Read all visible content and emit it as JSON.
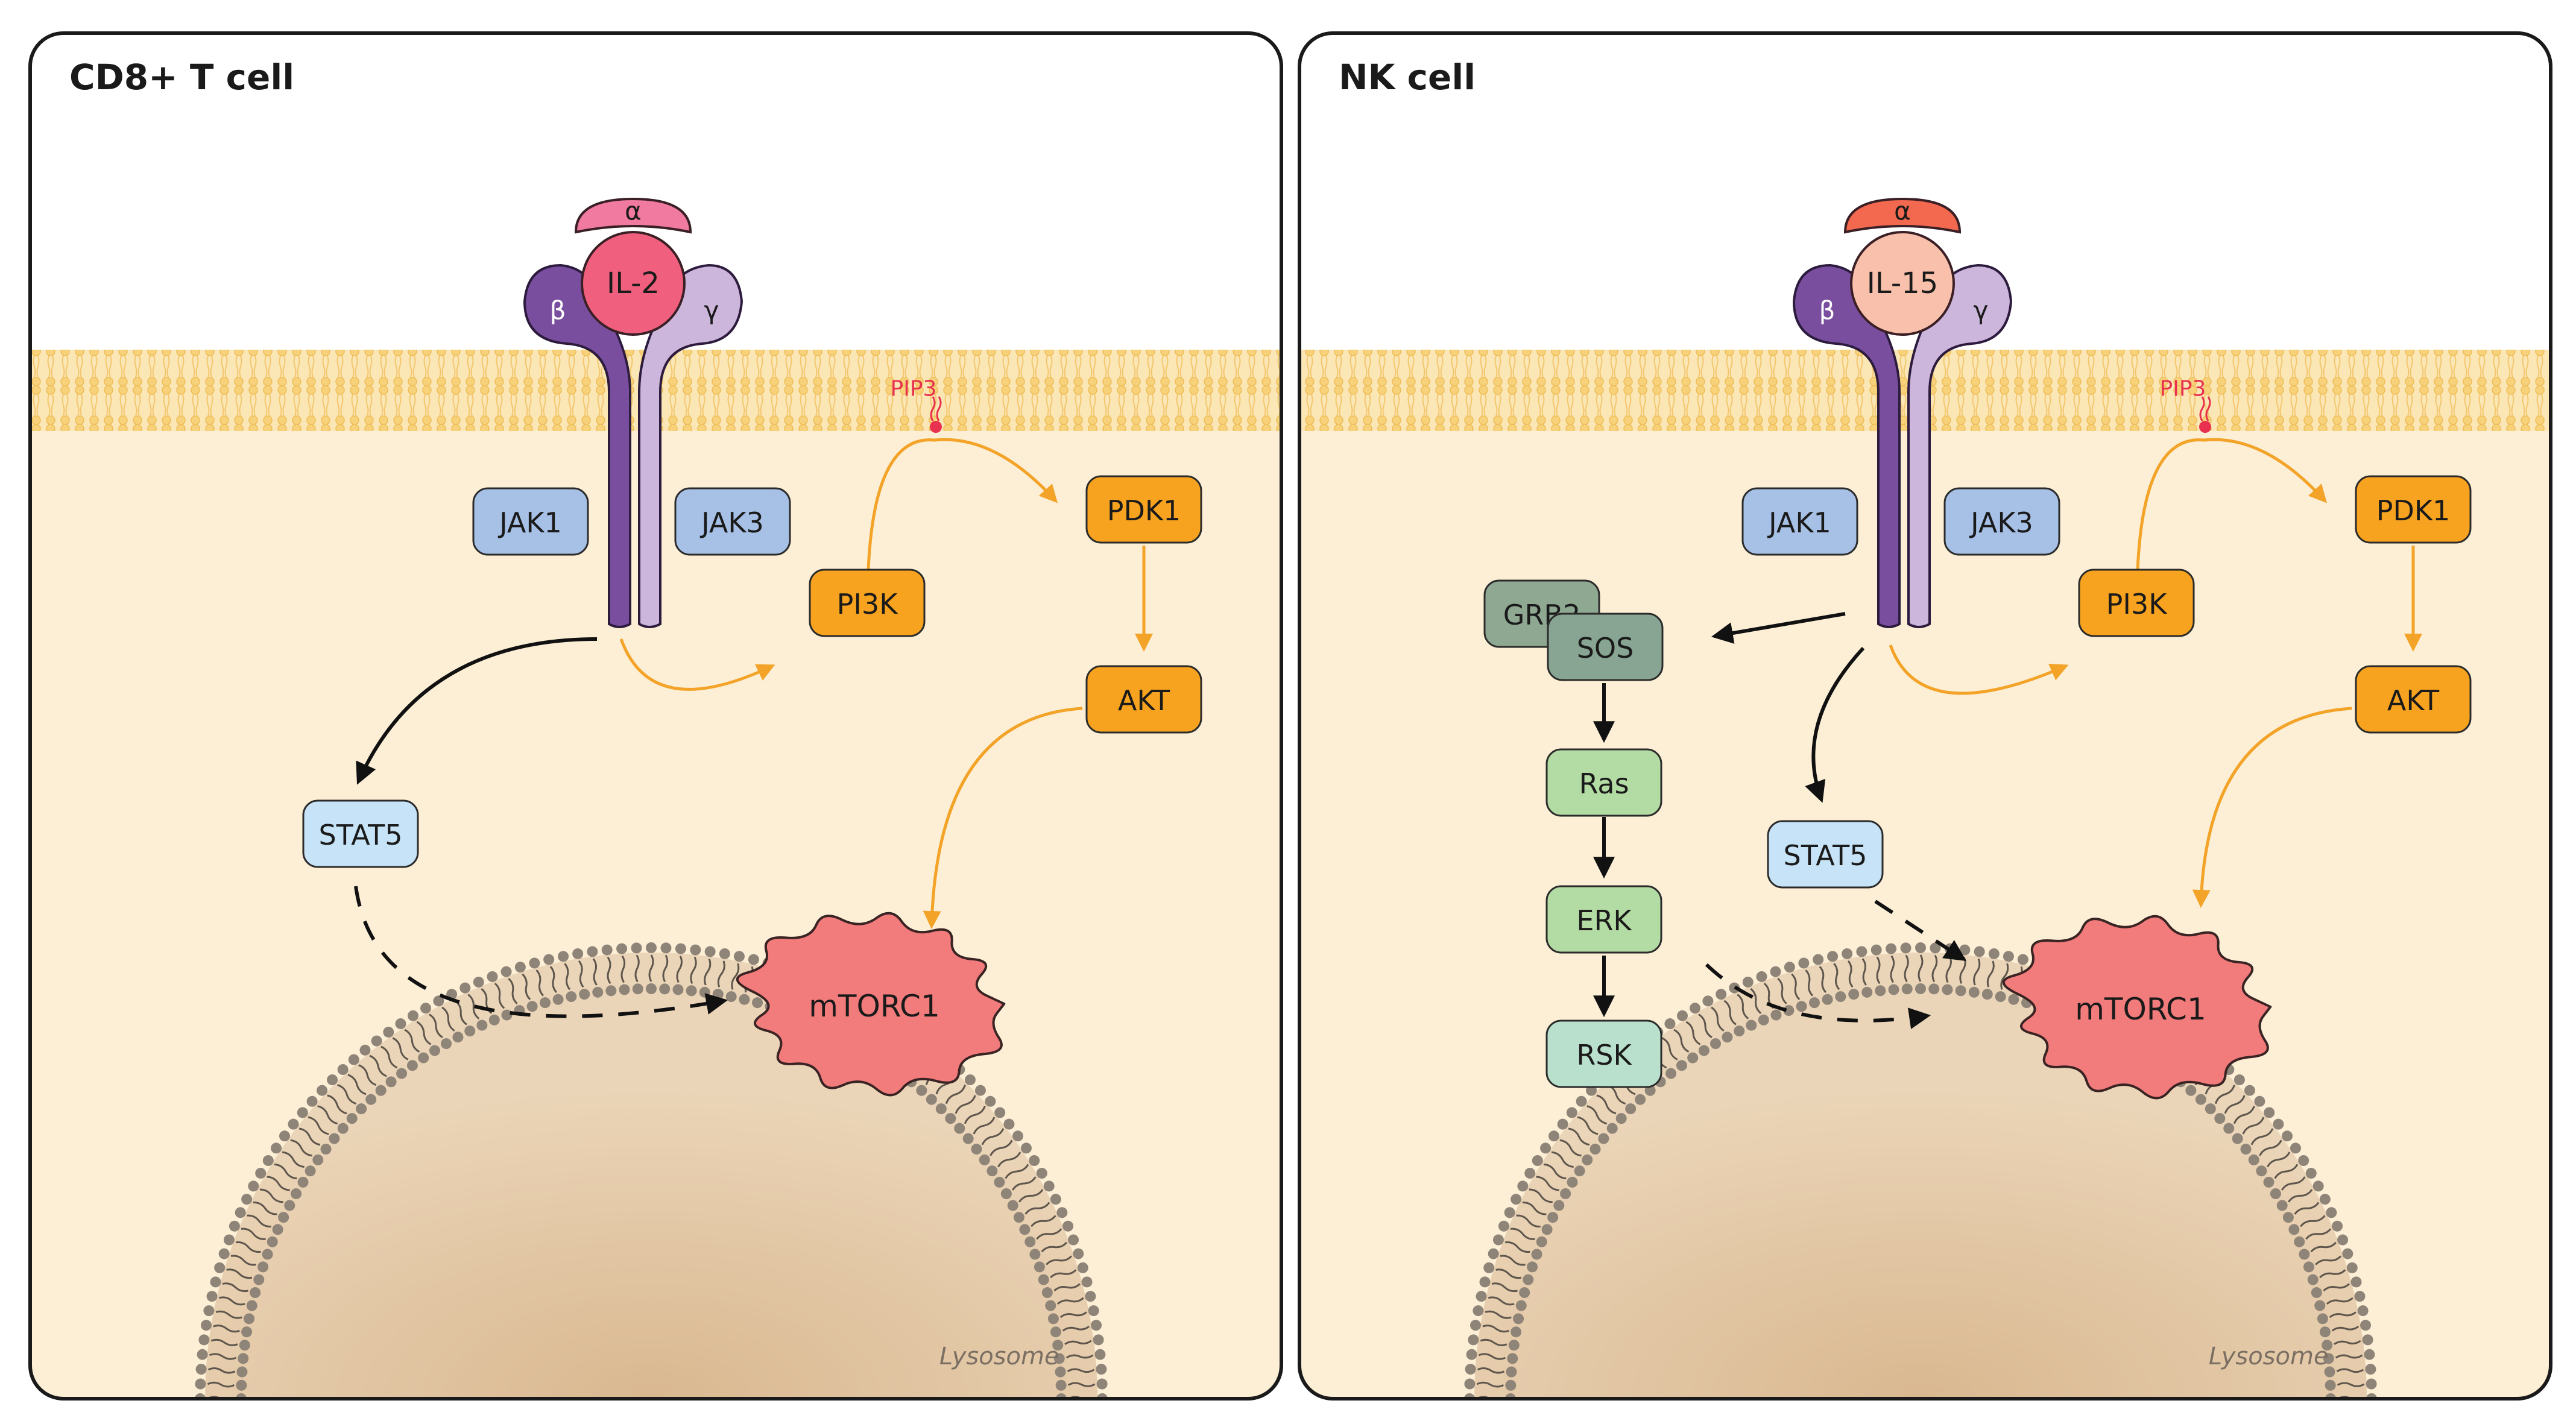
{
  "panels": [
    {
      "title": "CD8+ T cell",
      "receptor": {
        "alpha": "α",
        "beta": "β",
        "gamma": "γ",
        "ligand": "IL-2",
        "alpha_color": "#f07aa0",
        "ligand_color": "#f0607e"
      },
      "pip3": "PIP3",
      "nodes": {
        "jak1": "JAK1",
        "jak3": "JAK3",
        "pi3k": "PI3K",
        "pdk1": "PDK1",
        "akt": "AKT",
        "stat5": "STAT5",
        "mtorc1": "mTORC1"
      },
      "lysosome": "Lysosome"
    },
    {
      "title": "NK cell",
      "receptor": {
        "alpha": "α",
        "beta": "β",
        "gamma": "γ",
        "ligand": "IL-15",
        "alpha_color": "#f2694f",
        "ligand_color": "#f9c0ab"
      },
      "pip3": "PIP3",
      "nodes": {
        "jak1": "JAK1",
        "jak3": "JAK3",
        "pi3k": "PI3K",
        "pdk1": "PDK1",
        "akt": "AKT",
        "stat5": "STAT5",
        "mtorc1": "mTORC1",
        "grb2": "GRB2",
        "sos": "SOS",
        "ras": "Ras",
        "erk": "ERK",
        "rsk": "RSK"
      },
      "lysosome": "Lysosome"
    }
  ],
  "colors": {
    "cytoplasm": "#fcefd6",
    "membrane": "#f8d98a",
    "jak": "#a6c0e6",
    "kinase": "#f7a31f",
    "stat": "#c6e3f7",
    "mtorc1": "#f27b7b",
    "grb2": "#8ea892",
    "sos": "#87a592",
    "mapk": "#b3dba4",
    "rsk": "#b9e0cc",
    "beta_chain": "#7a4e9e",
    "gamma_chain": "#cdb6dc",
    "lysosome": "#dcc2a2",
    "pip3": "#e8314f",
    "arrow_orange": "#f3a327"
  }
}
